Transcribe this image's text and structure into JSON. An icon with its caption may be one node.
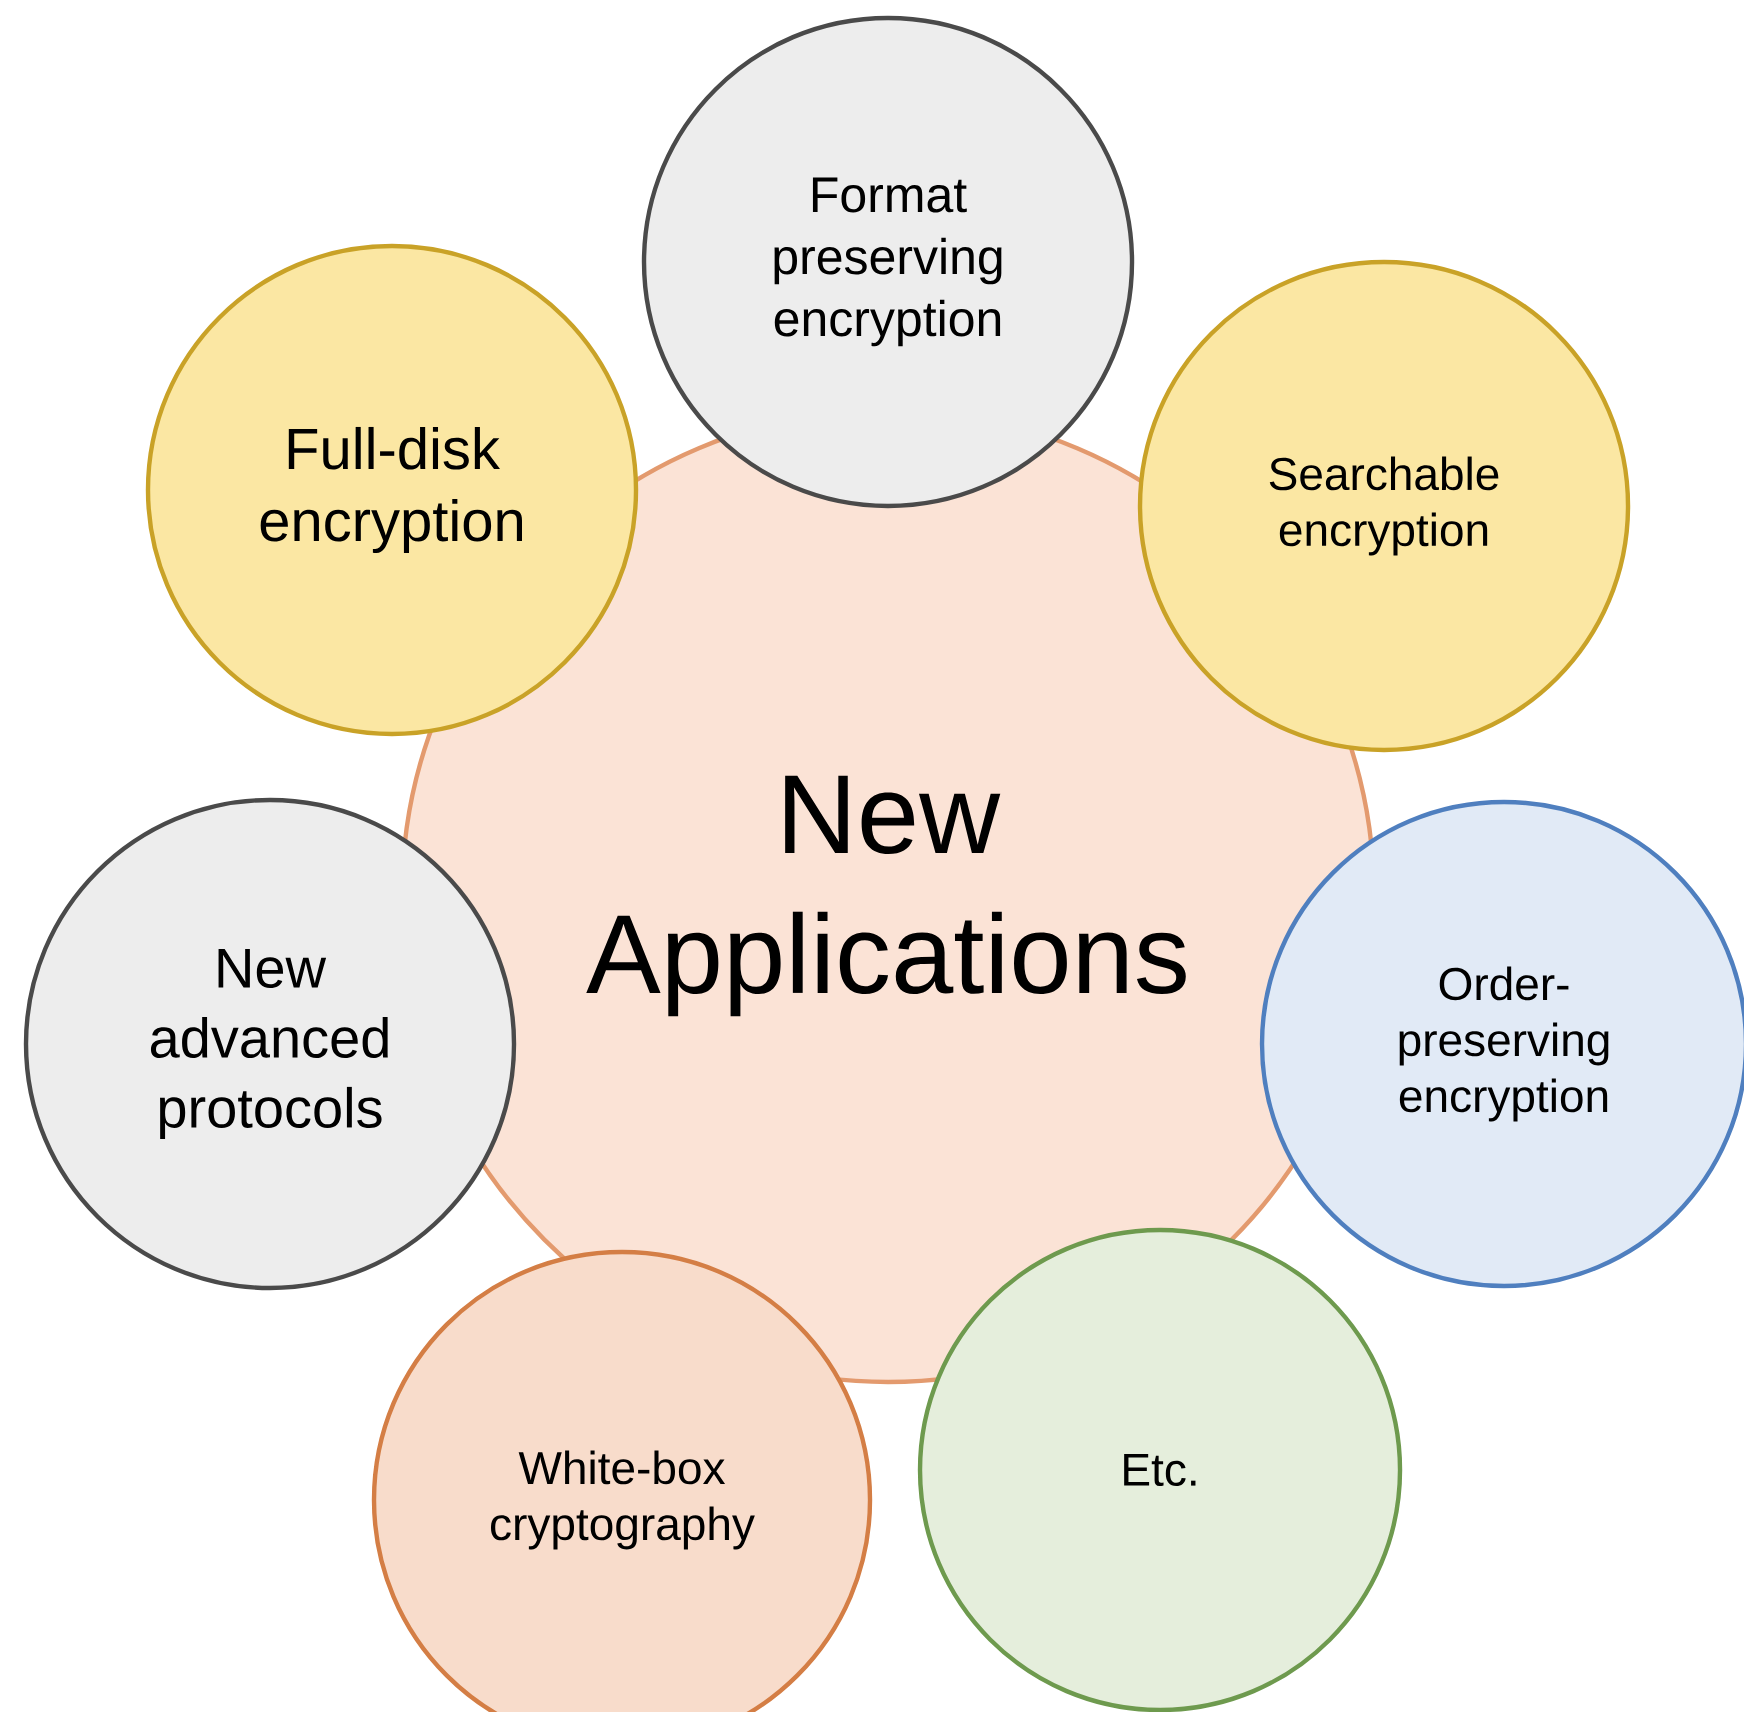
{
  "diagram": {
    "nodes": [
      {
        "text": [
          "New Applications"
        ]
      },
      {
        "text": [
          "Format preserving encryption"
        ]
      },
      {
        "text": [
          "Searchable encryption"
        ]
      },
      {
        "text": [
          "Order-preserving encryption"
        ]
      },
      {
        "text": [
          "Etc."
        ]
      },
      {
        "text": [
          "White-box cryptography"
        ]
      },
      {
        "text": [
          "New advanced protocols"
        ]
      },
      {
        "text": [
          "Full-disk encryption"
        ]
      }
    ]
  }
}
